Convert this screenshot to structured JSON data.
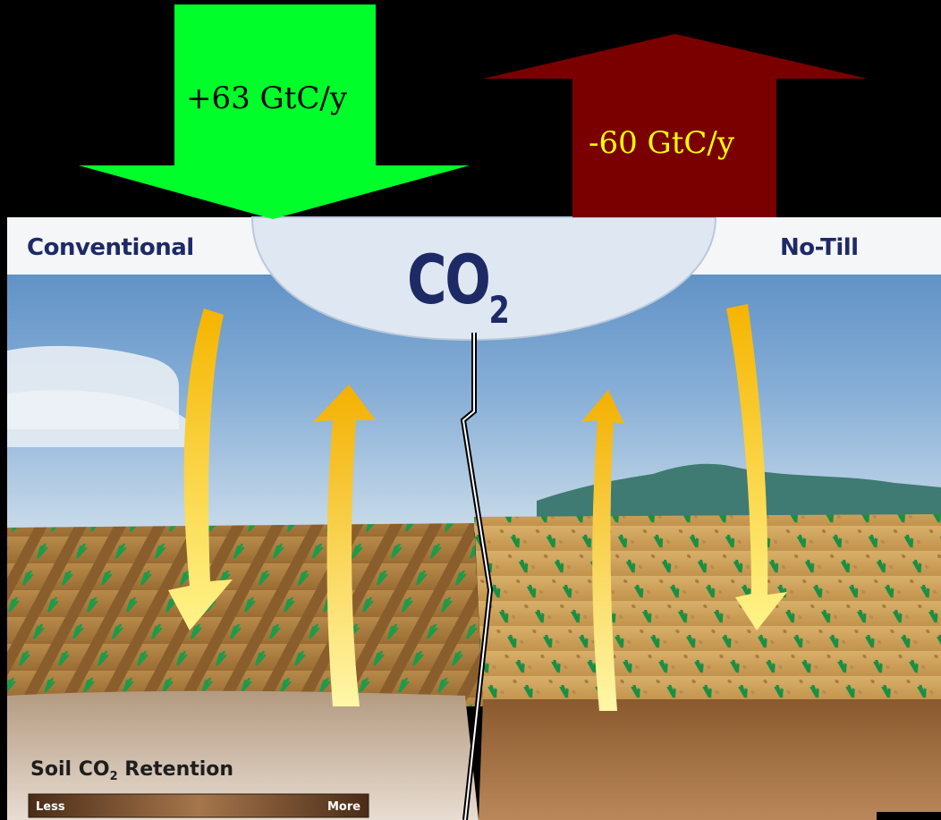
{
  "flux": {
    "incoming_label": "+63 GtC/y",
    "outgoing_label": "-60 GtC/y",
    "incoming_color": "#00ff2a",
    "outgoing_color": "#7a0000"
  },
  "illustration": {
    "left_panel_label": "Conventional",
    "right_panel_label": "No-Till",
    "center_label_main": "CO",
    "center_label_sub": "2",
    "soil_title_main": "Soil CO",
    "soil_title_sub": "2",
    "soil_title_rest": " Retention",
    "scale_low_label": "Less",
    "scale_high_label": "More",
    "flow_arrow_color": "#f6c21c",
    "sky_color": "#5c8fc4",
    "soil_color": "#a77a52"
  }
}
